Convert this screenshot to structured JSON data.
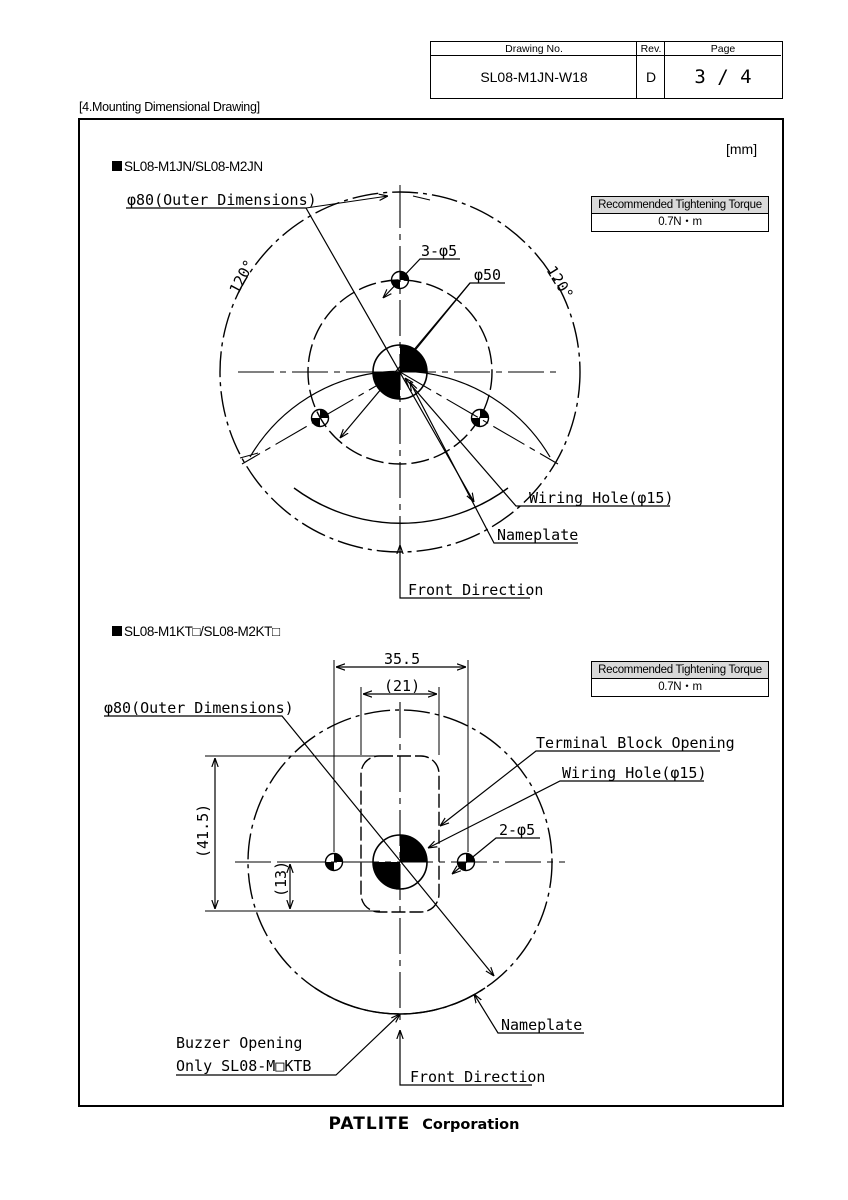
{
  "title_block": {
    "drawing_no_label": "Drawing No.",
    "rev_label": "Rev.",
    "page_label": "Page",
    "drawing_no": "SL08-M1JN-W18",
    "rev": "D",
    "page": "3 / 4"
  },
  "section_title": "[4.Mounting Dimensional Drawing]",
  "unit": "[mm]",
  "top_drawing": {
    "model": "SL08-M1JN/SL08-M2JN",
    "torque_label": "Recommended Tightening Torque",
    "torque_value": "0.7N・m",
    "outer_dim": "φ80(Outer Dimensions)",
    "holes": "3-φ5",
    "pcd": "φ50",
    "angle_left": "120°",
    "angle_right": "120°",
    "wiring_hole": "Wiring Hole(φ15)",
    "nameplate": "Nameplate",
    "front": "Front Direction"
  },
  "bottom_drawing": {
    "model": "SL08-M1KT□/SL08-M2KT□",
    "torque_label": "Recommended Tightening Torque",
    "torque_value": "0.7N・m",
    "dim_35_5": "35.5",
    "dim_21": "(21)",
    "outer_dim": "φ80(Outer Dimensions)",
    "terminal": "Terminal Block Opening",
    "wiring_hole": "Wiring Hole(φ15)",
    "holes": "2-φ5",
    "dim_41_5": "(41.5)",
    "dim_13": "(13)",
    "nameplate": "Nameplate",
    "buzzer_line1": "Buzzer Opening",
    "buzzer_line2": "Only SL08-M□KTB",
    "front": "Front Direction"
  },
  "footer": {
    "brand": "PATLITE",
    "corp": "Corporation"
  }
}
